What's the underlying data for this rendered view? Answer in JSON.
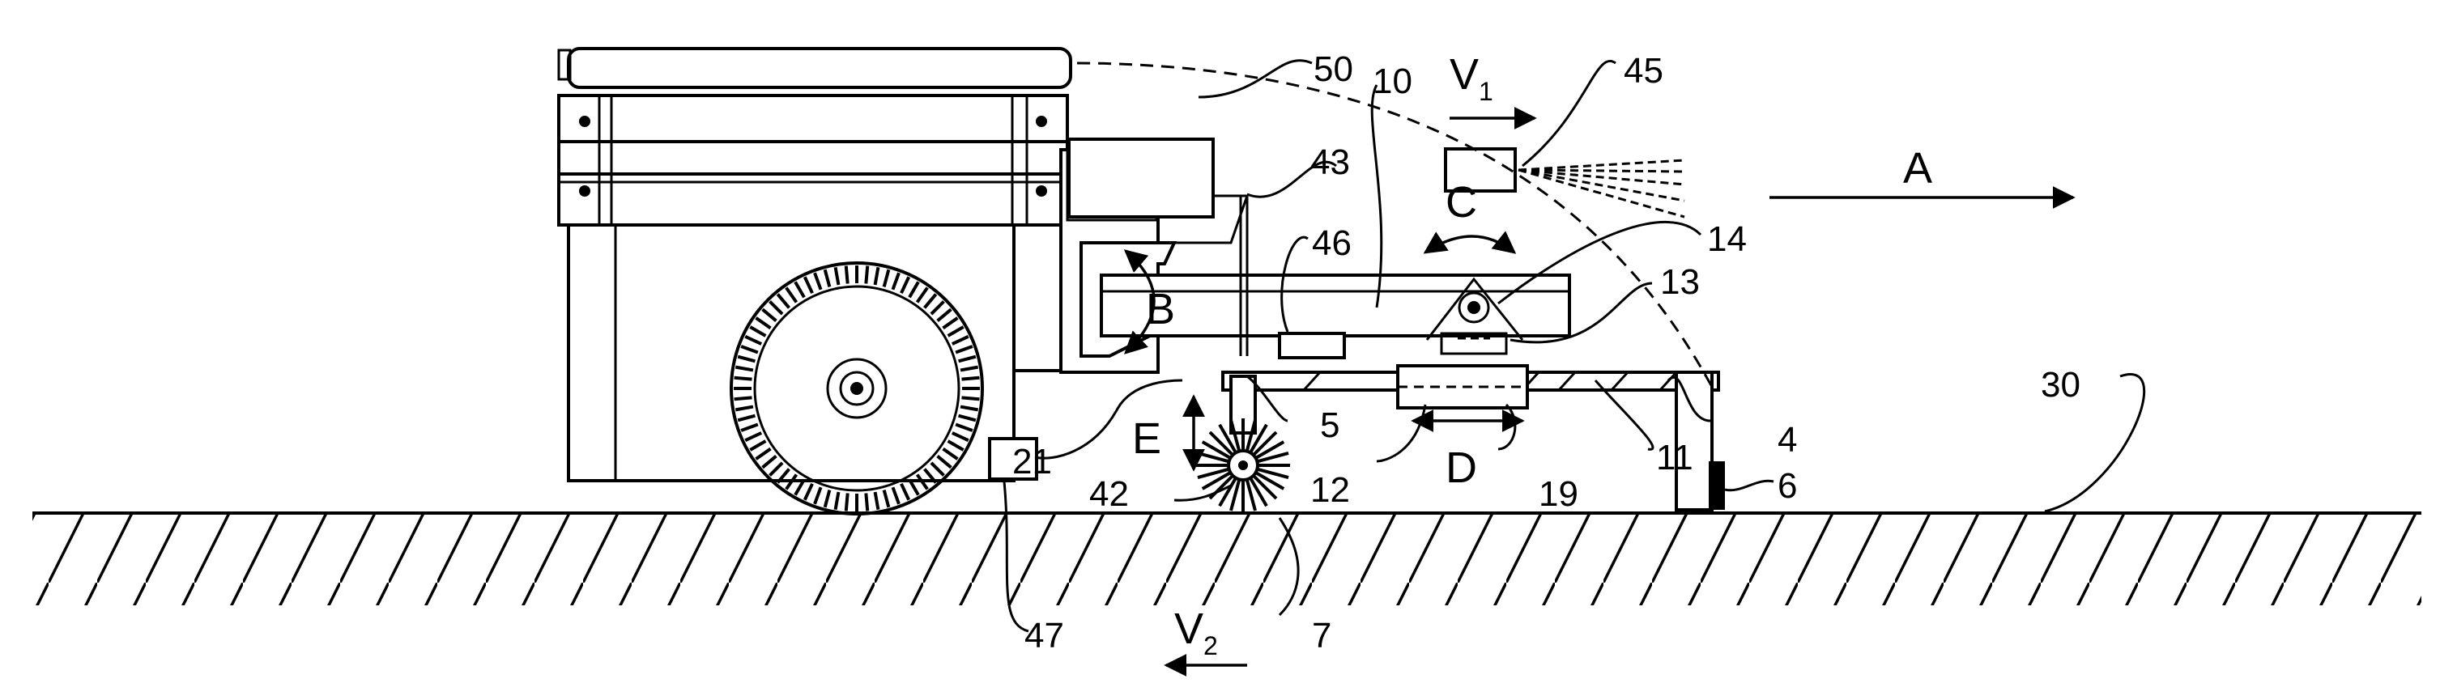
{
  "figure": {
    "labels": {
      "l50": "50",
      "l10": "10",
      "v1_letter": "V",
      "v1_sub": "1",
      "l45": "45",
      "l43": "43",
      "arrow_A": "A",
      "arrow_C": "C",
      "l14": "14",
      "l46": "46",
      "l13": "13",
      "arrow_B": "B",
      "l30": "30",
      "arrow_E": "E",
      "l5": "5",
      "l4": "4",
      "l21": "21",
      "l12": "12",
      "arrow_D": "D",
      "l11": "11",
      "l6": "6",
      "l42": "42",
      "l19": "19",
      "l47": "47",
      "v2_letter": "V",
      "v2_sub": "2",
      "l7": "7"
    }
  }
}
